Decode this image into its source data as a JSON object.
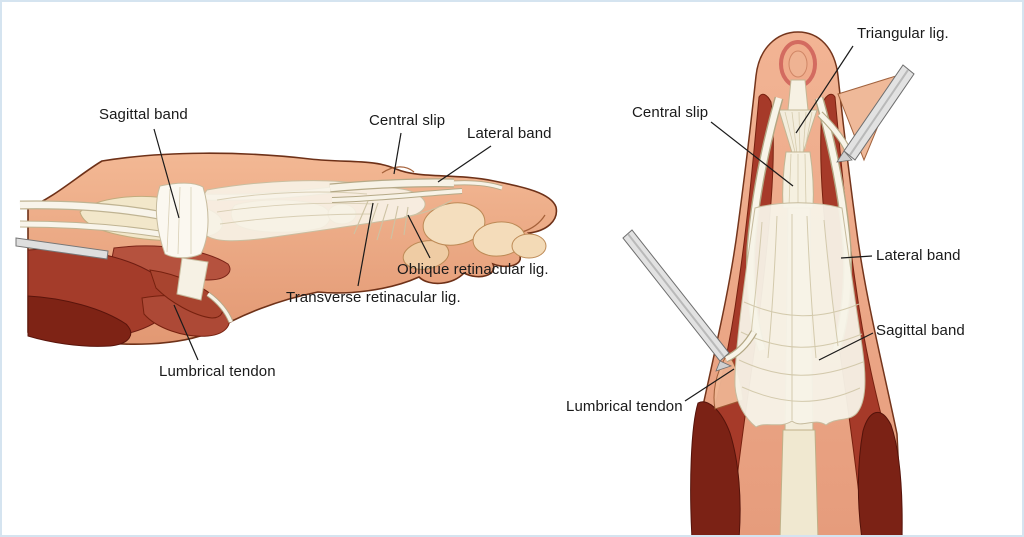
{
  "figure_left": {
    "labels": {
      "sagittal_band": "Sagittal band",
      "central_slip": "Central slip",
      "lateral_band": "Lateral band",
      "oblique_retinacular": "Oblique retinacular lig.",
      "transverse_retinacular": "Transverse retinacular lig.",
      "lumbrical_tendon": "Lumbrical tendon"
    }
  },
  "figure_right": {
    "labels": {
      "triangular_lig": "Triangular lig.",
      "central_slip": "Central slip",
      "lateral_band": "Lateral band",
      "sagittal_band": "Sagittal band",
      "lumbrical_tendon": "Lumbrical tendon"
    }
  },
  "colors": {
    "background": "#FFFFFF",
    "frame": "#D5E4F0",
    "skin": "#EDA181",
    "skin_outline": "#6E3118",
    "muscle_red": "#A63A29",
    "muscle_dark": "#7B2215",
    "tendon_white": "#F7F3E8",
    "bone": "#F0E8D0",
    "instrument_gray": "#E2E2E2",
    "leader_line": "#1A1A1A"
  }
}
